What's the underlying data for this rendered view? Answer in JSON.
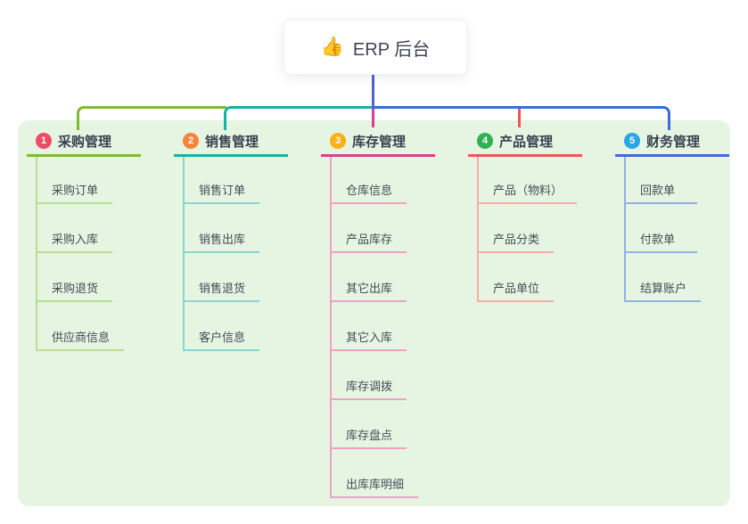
{
  "root": {
    "emoji": "👍",
    "label": "ERP 后台"
  },
  "panel": {
    "bg": "#e6f5e2"
  },
  "connector": {
    "root_line_color": "#5360d2"
  },
  "branches": [
    {
      "num": "1",
      "label": "采购管理",
      "badge_color": "#ee4b67",
      "line_color": "#7cbb35",
      "child_line_color": "#b9dd96",
      "children": [
        "采购订单",
        "采购入库",
        "采购退货",
        "供应商信息"
      ]
    },
    {
      "num": "2",
      "label": "销售管理",
      "badge_color": "#f6843b",
      "line_color": "#14b2a5",
      "child_line_color": "#86d6ce",
      "children": [
        "销售订单",
        "销售出库",
        "销售退货",
        "客户信息"
      ]
    },
    {
      "num": "3",
      "label": "库存管理",
      "badge_color": "#fbb015",
      "line_color": "#de3c90",
      "child_line_color": "#f19fc7",
      "children": [
        "仓库信息",
        "产品库存",
        "其它出库",
        "其它入库",
        "库存调拨",
        "库存盘点",
        "出库库明细"
      ]
    },
    {
      "num": "4",
      "label": "产品管理",
      "badge_color": "#2fb154",
      "line_color": "#f25358",
      "child_line_color": "#f8aba7",
      "children": [
        "产品（物料）",
        "产品分类",
        "产品单位"
      ]
    },
    {
      "num": "5",
      "label": "财务管理",
      "badge_color": "#29a5e9",
      "line_color": "#3e6bda",
      "child_line_color": "#94afe6",
      "children": [
        "回款单",
        "付款单",
        "结算账户"
      ]
    }
  ]
}
